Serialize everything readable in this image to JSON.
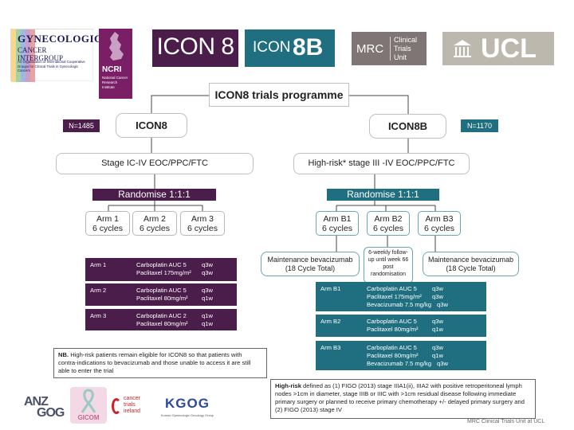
{
  "logos": {
    "gcig": {
      "line1": "GYNECOLOGIC",
      "line2": "CANCER INTERGROUP",
      "sub": "An Organisation of International Cooperative Groups for Clinical Trials in Gynecologic Cancers"
    },
    "ncri": {
      "name": "NCRI",
      "sub": "National Cancer Research Institute"
    },
    "icon8": {
      "text": "ICON 8"
    },
    "icon8b": {
      "prefix": "ICON",
      "suffix": "8B"
    },
    "mrc": {
      "name": "MRC",
      "sub1": "Clinical",
      "sub2": "Trials",
      "sub3": "Unit"
    },
    "ucl": {
      "text": "UCL"
    },
    "anzgog": {
      "line1": "ANZ",
      "line2": "GOG"
    },
    "gicom": {
      "text": "GICOM"
    },
    "cti": {
      "line1": "cancer",
      "line2": "trials",
      "line3": "ireland"
    },
    "kgog": {
      "text": "KGOG",
      "sub": "Korean Gynecologic Oncology Group"
    }
  },
  "colors": {
    "purple": "#4b1d4a",
    "teal": "#1f6f80"
  },
  "title": "ICON8 trials programme",
  "icon8": {
    "n": "N=1485",
    "title": "ICON8",
    "population": "Stage IC-IV EOC/PPC/FTC",
    "randomise": "Randomise 1:1:1",
    "arms": [
      {
        "name": "Arm 1",
        "cycles": "6 cycles"
      },
      {
        "name": "Arm 2",
        "cycles": "6 cycles"
      },
      {
        "name": "Arm 3",
        "cycles": "6 cycles"
      }
    ],
    "regimens": [
      {
        "arm": "Arm 1",
        "lines": [
          {
            "drug": "Carboplatin AUC 5",
            "schedule": "q3w"
          },
          {
            "drug": "Paclitaxel 175mg/m²",
            "schedule": "q3w"
          }
        ]
      },
      {
        "arm": "Arm 2",
        "lines": [
          {
            "drug": "Carboplatin AUC 5",
            "schedule": "q3w"
          },
          {
            "drug": "Paclitaxel 80mg/m²",
            "schedule": "q1w"
          }
        ]
      },
      {
        "arm": "Arm 3",
        "lines": [
          {
            "drug": "Carboplatin AUC 2",
            "schedule": "q1w"
          },
          {
            "drug": "Paclitaxel 80mg/m²",
            "schedule": "q1w"
          }
        ]
      }
    ],
    "note_bold": "NB.",
    "note": " High-risk patients remain eligible for ICON8 so that patients with contra-indications to bevacizumab and those unable to access it are still able to enter the trial"
  },
  "icon8b": {
    "n": "N=1170",
    "title": "ICON8B",
    "population": "High-risk* stage III -IV EOC/PPC/FTC",
    "randomise": "Randomise 1:1:1",
    "arms": [
      {
        "name": "Arm B1",
        "cycles": "6 cycles"
      },
      {
        "name": "Arm B2",
        "cycles": "6 cycles"
      },
      {
        "name": "Arm B3",
        "cycles": "6 cycles"
      }
    ],
    "maintenance": [
      {
        "line1": "Maintenance bevacizumab",
        "line2": "(18 Cycle Total)"
      },
      {
        "line1": "6-weekly follow-up until week 66 post randomisation",
        "line2": ""
      },
      {
        "line1": "Maintenance bevacizumab",
        "line2": "(18 Cycle Total)"
      }
    ],
    "regimens": [
      {
        "arm": "Arm B1",
        "lines": [
          {
            "drug": "Carboplatin AUC 5",
            "schedule": "q3w"
          },
          {
            "drug": "Paclitaxel 175mg/m²",
            "schedule": "q3w"
          },
          {
            "drug": "Bevacizumab 7.5 mg/kg",
            "schedule": "q3w"
          }
        ]
      },
      {
        "arm": "Arm B2",
        "lines": [
          {
            "drug": "Carboplatin AUC 5",
            "schedule": "q3w"
          },
          {
            "drug": "Paclitaxel 80mg/m²",
            "schedule": "q1w"
          }
        ]
      },
      {
        "arm": "Arm B3",
        "lines": [
          {
            "drug": "Carboplatin AUC 5",
            "schedule": "q3w"
          },
          {
            "drug": "Paclitaxel 80mg/m²",
            "schedule": "q1w"
          },
          {
            "drug": "Bevacizumab 7.5 mg/kg",
            "schedule": "q3w"
          }
        ]
      }
    ],
    "note_bold": "High-risk",
    "note": " defined as (1) FIGO (2013) stage IIIA1(ii), IIIA2 with positive retroperitoneal lymph nodes >1cm in diameter, stage IIIB or IIIC with >1cm residual disease following immediate primary surgery or planned to receive primary chemotherapy +/- delayed primary surgery and (2) FIGO (2013) stage IV"
  },
  "footer": "MRC Clinical Trials Unit at UCL"
}
